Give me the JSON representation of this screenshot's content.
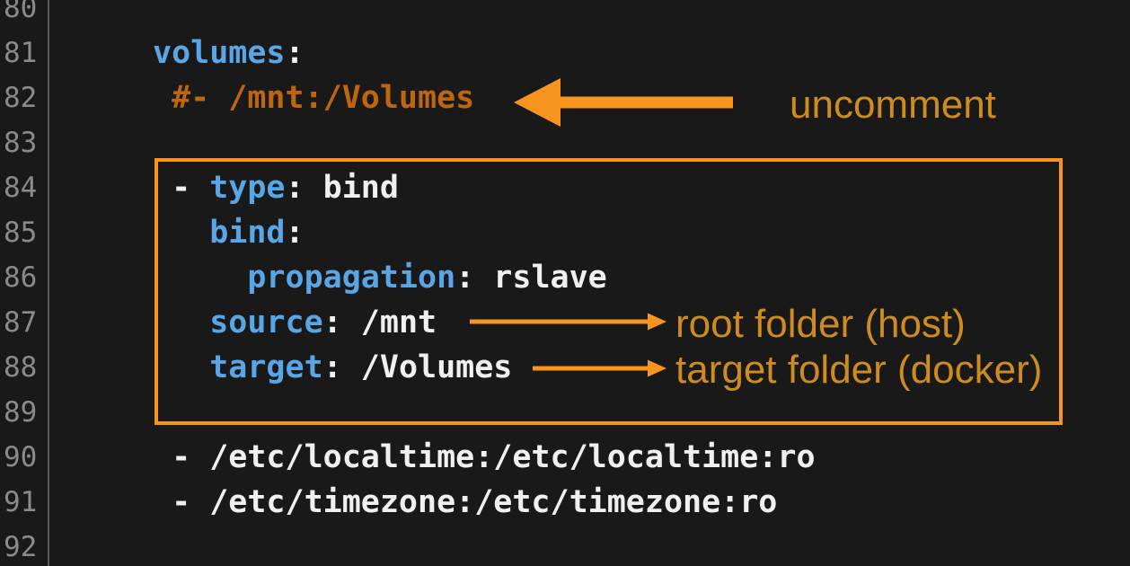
{
  "editor": {
    "background": "#191919",
    "gutter_rule_color": "#58585a",
    "line_number_color": "#8a8a8a",
    "lines": [
      {
        "number": "80",
        "segments": []
      },
      {
        "number": "81",
        "segments": [
          {
            "type": "key",
            "text": "volumes"
          },
          {
            "type": "plain",
            "text": ":"
          }
        ]
      },
      {
        "number": "82",
        "segments": [
          {
            "type": "comment",
            "text": " #- /mnt:/Volumes"
          }
        ]
      },
      {
        "number": "83",
        "segments": []
      },
      {
        "number": "84",
        "segments": [
          {
            "type": "plain",
            "text": " - "
          },
          {
            "type": "key",
            "text": "type"
          },
          {
            "type": "plain",
            "text": ": bind"
          }
        ]
      },
      {
        "number": "85",
        "segments": [
          {
            "type": "plain",
            "text": "   "
          },
          {
            "type": "key",
            "text": "bind"
          },
          {
            "type": "plain",
            "text": ":"
          }
        ]
      },
      {
        "number": "86",
        "segments": [
          {
            "type": "plain",
            "text": "     "
          },
          {
            "type": "key",
            "text": "propagation"
          },
          {
            "type": "plain",
            "text": ": rslave"
          }
        ]
      },
      {
        "number": "87",
        "segments": [
          {
            "type": "plain",
            "text": "   "
          },
          {
            "type": "key",
            "text": "source"
          },
          {
            "type": "plain",
            "text": ": /mnt"
          }
        ]
      },
      {
        "number": "88",
        "segments": [
          {
            "type": "plain",
            "text": "   "
          },
          {
            "type": "key",
            "text": "target"
          },
          {
            "type": "plain",
            "text": ": /Volumes"
          }
        ]
      },
      {
        "number": "89",
        "segments": []
      },
      {
        "number": "90",
        "segments": [
          {
            "type": "plain",
            "text": " - /etc/localtime:/etc/localtime:ro"
          }
        ]
      },
      {
        "number": "91",
        "segments": [
          {
            "type": "plain",
            "text": " - /etc/timezone:/etc/timezone:ro"
          }
        ]
      },
      {
        "number": "92",
        "segments": []
      }
    ]
  },
  "syntax_colors": {
    "key": "#58a6e6",
    "plain": "#f0f0f0",
    "comment": "#be660f"
  },
  "annotations": {
    "accent_color": "#f7941e",
    "text_color": "#ce8b1e",
    "uncomment_label": "uncomment",
    "source_label": "root folder (host)",
    "target_label": "target folder (docker)"
  }
}
